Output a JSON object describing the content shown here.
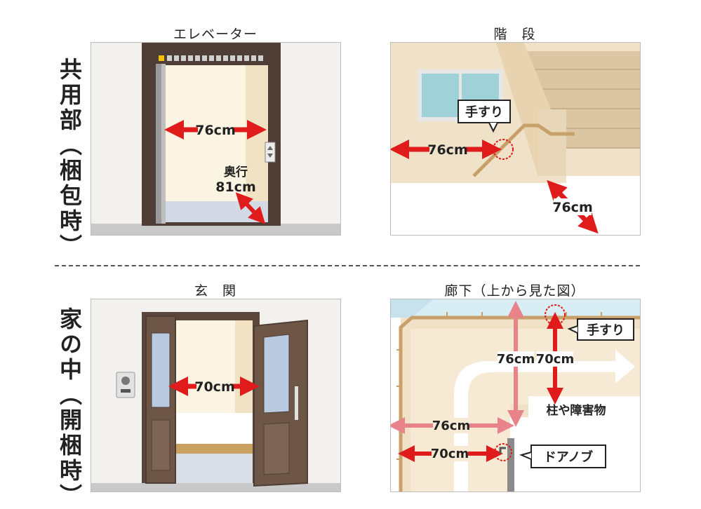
{
  "sections": {
    "shared": "共用部（梱包時）",
    "home": "家の中（開梱時）"
  },
  "panels": {
    "elevator": {
      "title": "エレベーター",
      "width": "76cm",
      "depth_label": "奥行",
      "depth": "81cm"
    },
    "stairs": {
      "title": "階　段",
      "handrail": "手すり",
      "width": "76cm",
      "landing": "76cm"
    },
    "entrance": {
      "title": "玄　関",
      "width": "70cm"
    },
    "hallway": {
      "title": "廊下（上から見た図）",
      "handrail": "手すり",
      "vertical_total": "76cm",
      "vertical_clear": "70cm",
      "obstacle": "柱や障害物",
      "horizontal_total": "76cm",
      "horizontal_clear": "70cm",
      "doorknob": "ドアノブ"
    }
  },
  "colors": {
    "arrow_red": "#e01b1b",
    "arrow_pink": "#e8838a",
    "door_brown": "#6e5646",
    "frame_dark": "#4e3e36",
    "rail": "#c8a06a"
  }
}
